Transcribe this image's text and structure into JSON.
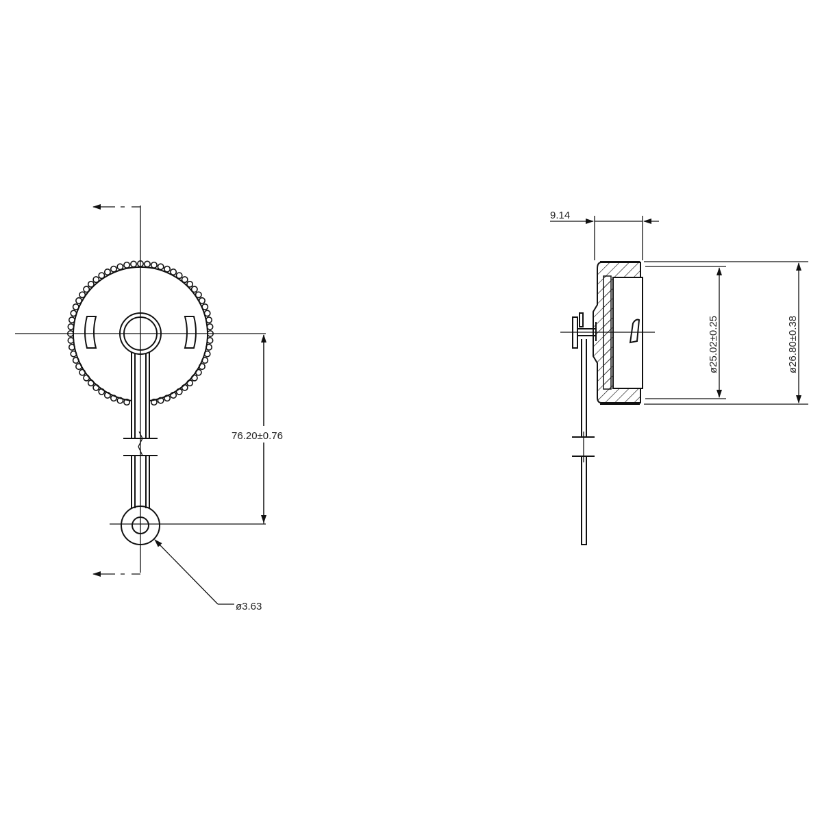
{
  "drawing": {
    "front_view": {
      "length_dimension": "76.20±0.76",
      "hole_diameter": "ø3.63"
    },
    "side_view": {
      "thickness_dimension": "9.14",
      "inner_diameter": "ø25.02±0.25",
      "outer_diameter": "ø26.80±0.38"
    },
    "line_color": "#111111"
  }
}
